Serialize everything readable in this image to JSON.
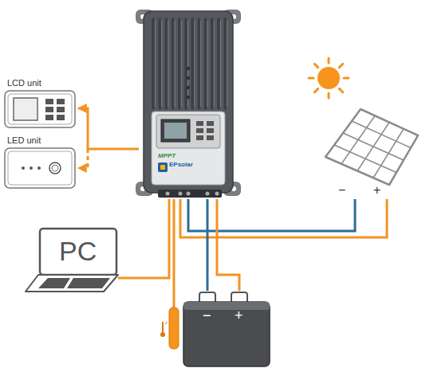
{
  "diagram": {
    "nodes": [
      {
        "text": [
          "LCD unit"
        ]
      },
      {
        "text": [
          "LED unit"
        ]
      },
      {
        "text": [
          "MPPT"
        ]
      },
      {
        "text": [
          "PC"
        ]
      },
      {
        "text": [
          "−",
          "+"
        ]
      },
      {
        "text": [
          "−",
          "+"
        ]
      }
    ],
    "edges": [
      {
        "from": 2,
        "to": 0,
        "arrow": "to"
      },
      {
        "from": 2,
        "to": 1,
        "arrow": "to"
      },
      {
        "from": 2,
        "to": 3,
        "arrow": "none"
      },
      {
        "from": 2,
        "to": 4,
        "arrow": "none"
      },
      {
        "from": 2,
        "to": 4,
        "arrow": "none"
      },
      {
        "from": 2,
        "to": 5,
        "arrow": "none"
      },
      {
        "from": 2,
        "to": 5,
        "arrow": "none"
      }
    ],
    "labels": [
      "EPsolar"
    ]
  }
}
